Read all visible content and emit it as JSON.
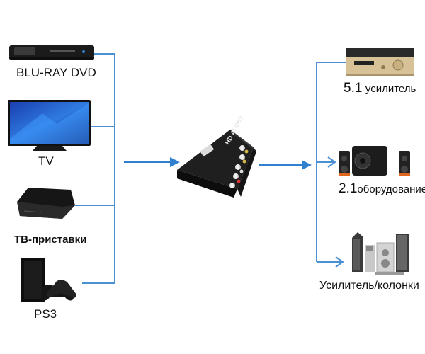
{
  "sources": [
    {
      "id": "bluray",
      "label": "BLU-RAY DVD",
      "icon": "bluray-player-icon"
    },
    {
      "id": "tv",
      "label": "TV",
      "icon": "tv-icon"
    },
    {
      "id": "tvbox",
      "label": "ТВ-приставки",
      "icon": "set-top-box-icon"
    },
    {
      "id": "ps3",
      "label": "PS3",
      "icon": "game-console-icon"
    }
  ],
  "device": {
    "name": "HD AUDIO",
    "icon": "audio-converter-icon"
  },
  "outputs": [
    {
      "id": "amp51",
      "number": "5.1",
      "label": "усилитель",
      "icon": "av-receiver-icon"
    },
    {
      "id": "sys21",
      "number": "2.1",
      "label": "оборудование",
      "icon": "speaker-system-icon"
    },
    {
      "id": "ampspk",
      "number": "",
      "label": "Усилитель/колонки",
      "icon": "tower-speakers-icon"
    }
  ],
  "colors": {
    "connector": "#4a90d2",
    "arrow": "#2f80d0",
    "device": "#262626"
  }
}
